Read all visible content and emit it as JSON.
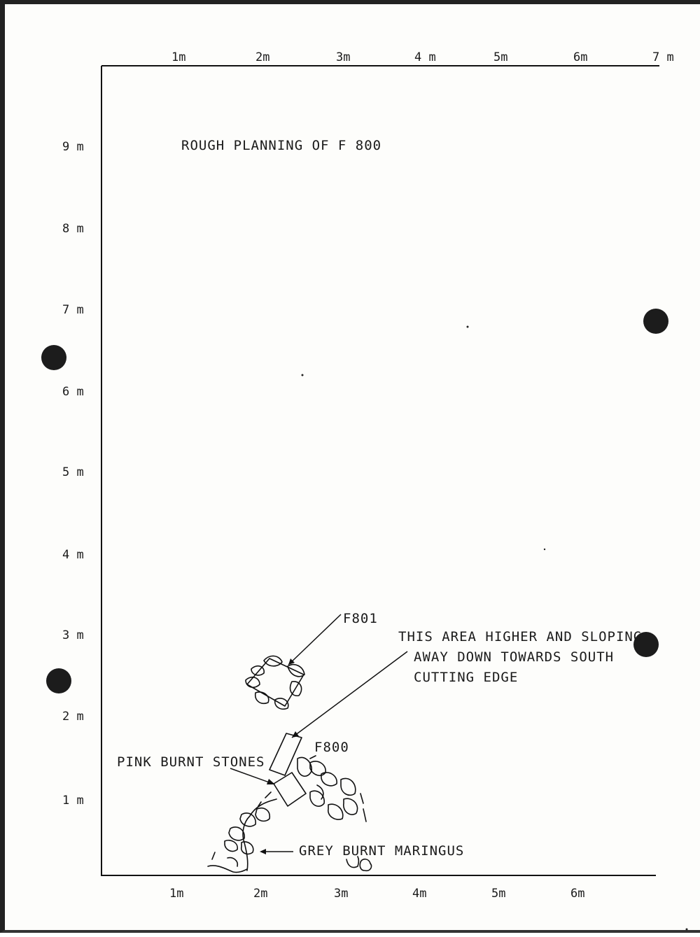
{
  "title": "ROUGH PLANNING OF F 800",
  "axes": {
    "top": [
      "1m",
      "2m",
      "3m",
      "4 m",
      "5m",
      "6m",
      "7 m"
    ],
    "bottom": [
      "1m",
      "2m",
      "3m",
      "4m",
      "5m",
      "6m"
    ],
    "left": [
      "9 m",
      "8 m",
      "7 m",
      "6 m",
      "5 m",
      "4 m",
      "3 m",
      "2 m",
      "1 m"
    ]
  },
  "annotations": {
    "f801": "F801",
    "f800": "F800",
    "area_note": [
      "THIS AREA HIGHER AND SLOPING",
      "AWAY DOWN TOWARDS SOUTH",
      "CUTTING EDGE"
    ],
    "pink": "PINK BURNT STONES",
    "grey": "GREY BURNT MARINGUS"
  },
  "colors": {
    "ink": "#111111",
    "paper": "#fdfdfb",
    "punch_hole": "#1c1c1c"
  }
}
